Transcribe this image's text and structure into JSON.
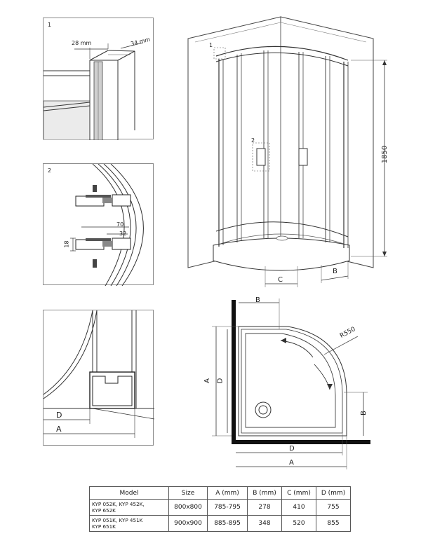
{
  "detail1": {
    "number": "1",
    "dim_width": "28 mm",
    "dim_depth": "34 mm"
  },
  "detail2": {
    "number": "2",
    "dim_70": "70",
    "dim_32": "32",
    "dim_18": "18"
  },
  "detail3": {
    "label_d": "D",
    "label_a": "A"
  },
  "perspective": {
    "callout_1": "1",
    "callout_2": "2",
    "height": "1850",
    "label_b": "B",
    "label_c": "C"
  },
  "plan": {
    "label_b_top": "B",
    "label_b_right": "B",
    "radius": "R550",
    "label_a_left": "A",
    "label_d_left": "D",
    "label_d_bottom": "D",
    "label_a_bottom": "A"
  },
  "table": {
    "headers": [
      "Model",
      "Size",
      "A (mm)",
      "B (mm)",
      "C (mm)",
      "D (mm)"
    ],
    "rows": [
      {
        "model_line1": "KYP 052K, KYP 452K,",
        "model_line2": "KYP 652K",
        "size": "800x800",
        "a": "785-795",
        "b": "278",
        "c": "410",
        "d": "755"
      },
      {
        "model_line1": "KYP 051K, KYP 451K",
        "model_line2": "KYP 651K",
        "size": "900x900",
        "a": "885-895",
        "b": "348",
        "c": "520",
        "d": "855"
      }
    ]
  }
}
